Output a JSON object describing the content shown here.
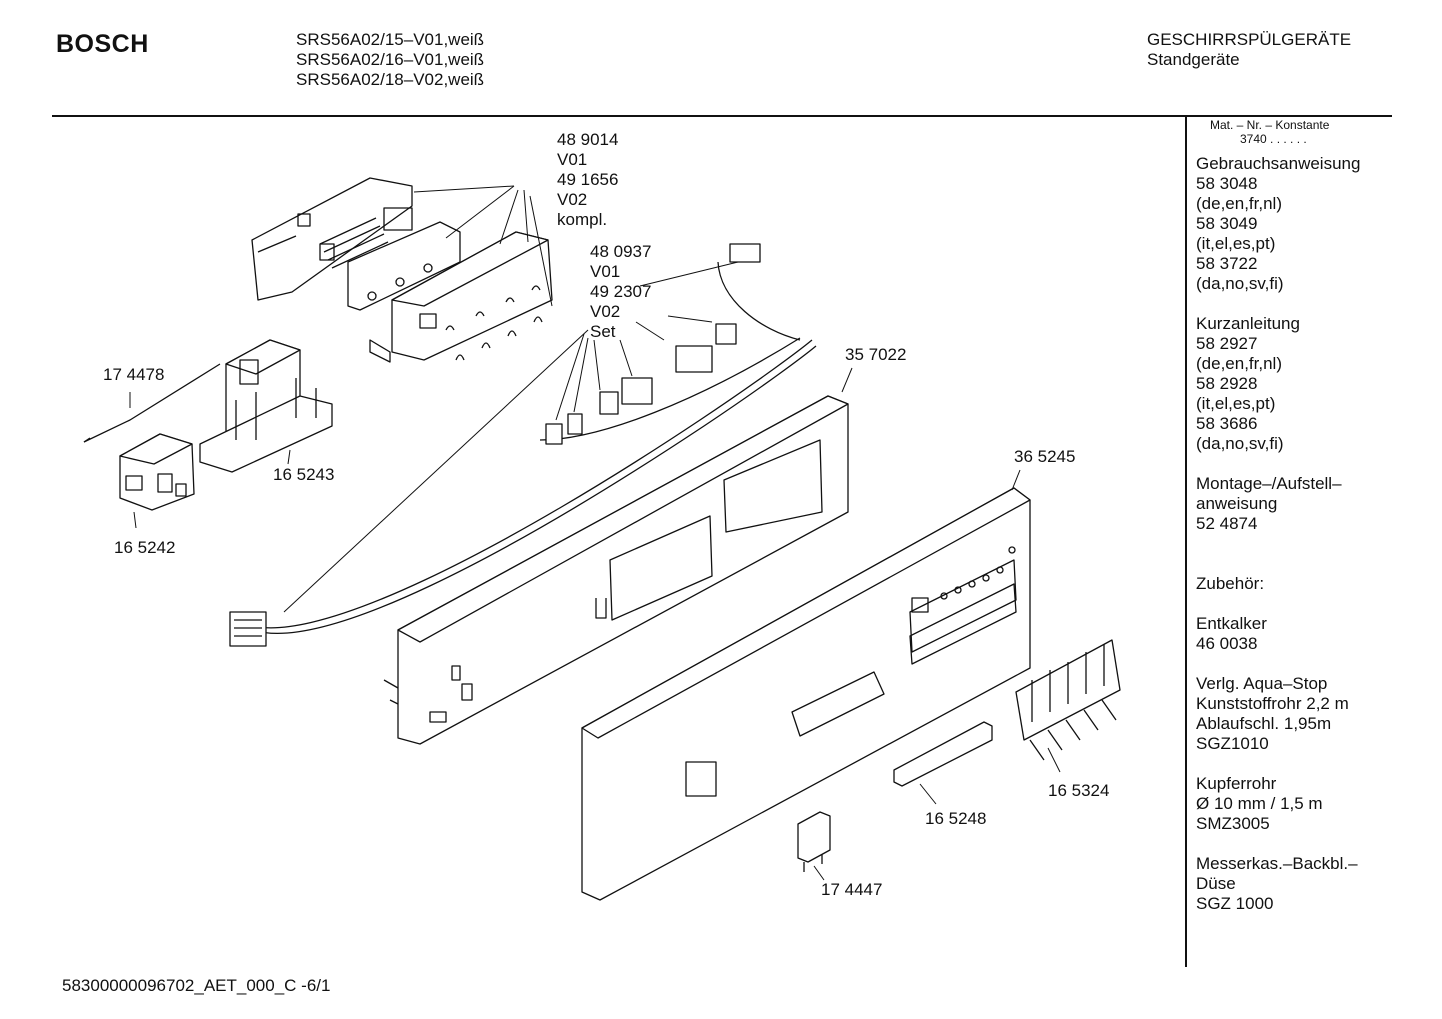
{
  "header": {
    "brand": "BOSCH",
    "models": [
      "SRS56A02/15–V01,weiß",
      "SRS56A02/16–V01,weiß",
      "SRS56A02/18–V02,weiß"
    ],
    "category_line1": "GESCHIRRSPÜLGERÄTE",
    "category_line2": "Standgeräte"
  },
  "sidebar": {
    "mat_label": "Mat. – Nr. – Konstante",
    "mat_value": "3740  .  .  .  .  .  .",
    "sections": [
      {
        "lines": [
          "Gebrauchsanweisung",
          "58 3048",
          "(de,en,fr,nl)",
          "58 3049",
          "(it,el,es,pt)",
          "58 3722",
          "(da,no,sv,fi)"
        ]
      },
      {
        "lines": [
          "Kurzanleitung",
          "58 2927",
          "(de,en,fr,nl)",
          "58 2928",
          "(it,el,es,pt)",
          "58 3686",
          "(da,no,sv,fi)"
        ]
      },
      {
        "lines": [
          "Montage–/Aufstell–",
          "anweisung",
          "52 4874"
        ]
      },
      {
        "lines": [
          "",
          "Zubehör:"
        ]
      },
      {
        "lines": [
          "Entkalker",
          "46 0038"
        ]
      },
      {
        "lines": [
          "Verlg. Aqua–Stop",
          "Kunststoffrohr 2,2 m",
          "Ablaufschl. 1,95m",
          "SGZ1010"
        ]
      },
      {
        "lines": [
          "Kupferrohr",
          "Ø 10 mm / 1,5 m",
          "SMZ3005"
        ]
      },
      {
        "lines": [
          "Messerkas.–Backbl.–",
          "Düse",
          "SGZ 1000"
        ]
      }
    ]
  },
  "parts": {
    "module_text": [
      "48 9014",
      "V01",
      "49 1656",
      "V02",
      "kompl."
    ],
    "harness_text": [
      "48 0937",
      "V01",
      "49 2307",
      "V02",
      "Set"
    ],
    "p174478": "17 4478",
    "p165243": "16 5243",
    "p165242": "16 5242",
    "p357022": "35 7022",
    "p365245": "36 5245",
    "p165324": "16 5324",
    "p165248": "16 5248",
    "p174447": "17 4447"
  },
  "footer": {
    "doc_id": "58300000096702_AET_000_C   -6/1"
  }
}
